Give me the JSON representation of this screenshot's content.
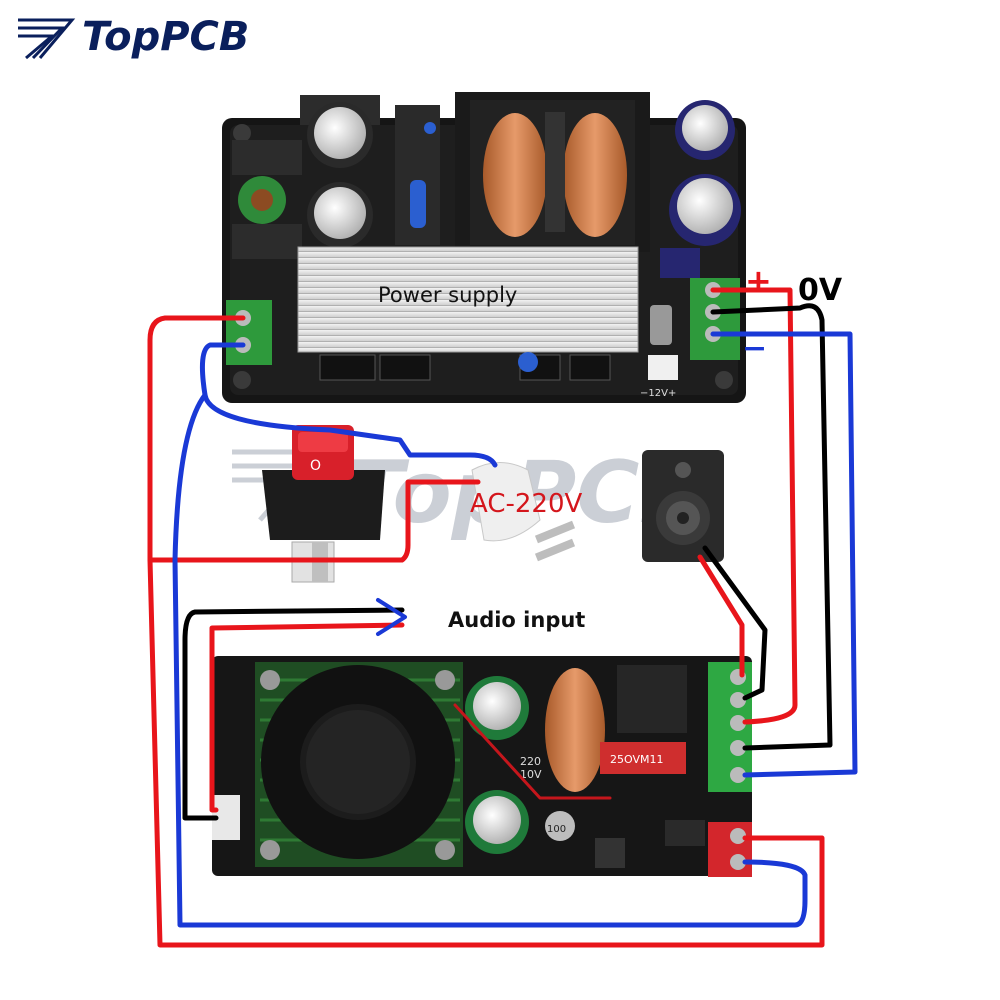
{
  "brand": {
    "name": "TopPCB",
    "color": "#0a1f5c",
    "watermark_color": "#b8bcc6"
  },
  "labels": {
    "power_supply": "Power supply",
    "ac_input": "AC-220V",
    "audio_input": "Audio input",
    "zero_volt": "0V",
    "plus": "+",
    "minus": "−",
    "twelve_volt": "−12V+",
    "cap_1": "220",
    "cap_2": "10V",
    "inductor": "25OVM11",
    "cap_3": "100"
  },
  "wire_colors": {
    "red": "#e8151b",
    "blue": "#1a39d6",
    "black": "#000000",
    "ac_label": "#d4161c"
  }
}
